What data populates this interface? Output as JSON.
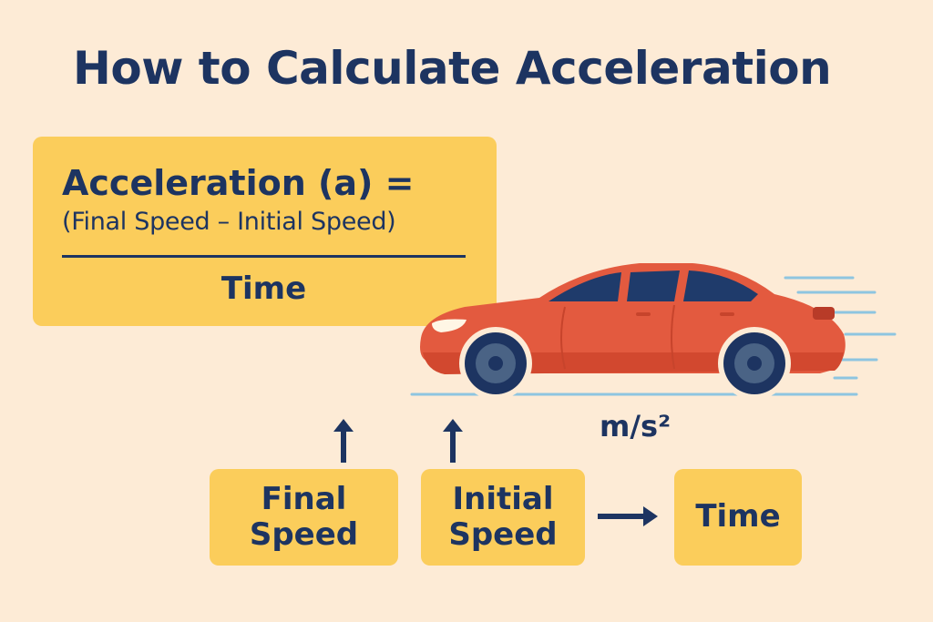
{
  "title": "How to Calculate Acceleration",
  "formula": {
    "lhs": "Acceleration (a) =",
    "numerator": "(Final Speed – Initial Speed)",
    "denominator": "Time"
  },
  "unit": "m/s²",
  "variables": [
    {
      "label": "Final\nSpeed"
    },
    {
      "label": "Initial\nSpeed"
    },
    {
      "label": "Time"
    }
  ],
  "colors": {
    "background": "#fdebd6",
    "card": "#fbcd5b",
    "text": "#1d3461",
    "car_body": "#e35a3f",
    "car_window": "#1f3b6b",
    "speed_lines": "#8ec5e0"
  },
  "icons": [
    "car-icon",
    "arrow-up-icon",
    "arrow-right-icon",
    "speed-lines-icon"
  ]
}
